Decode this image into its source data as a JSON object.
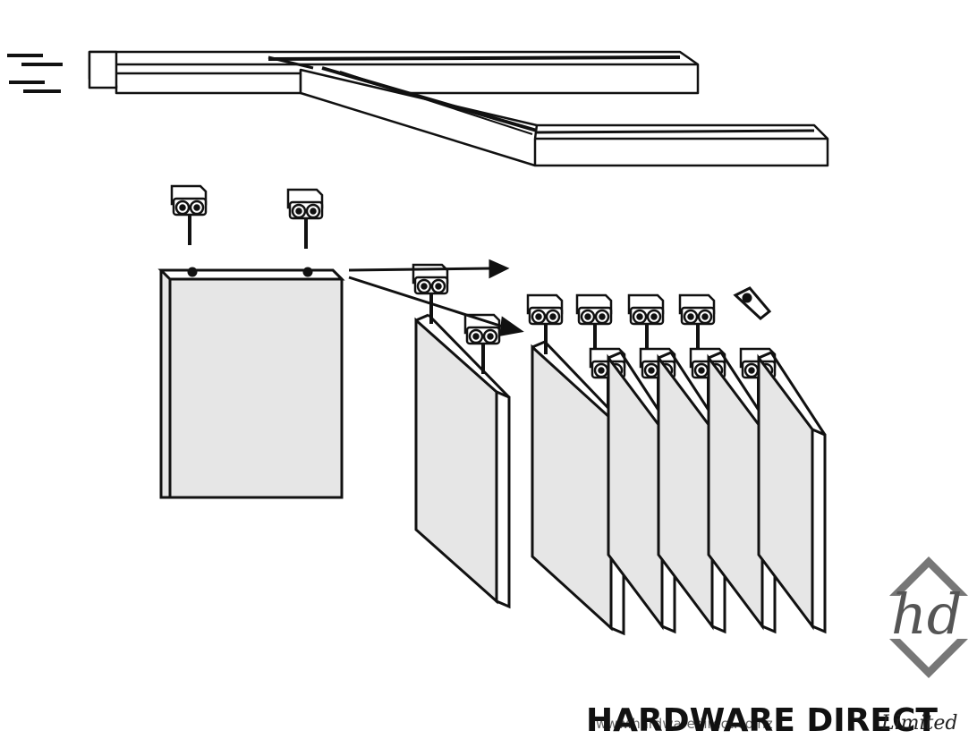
{
  "branding": {
    "name": "HARDWARE DIRECT",
    "url": "www.hardwaredirect.co.nz",
    "suffix": "Limited",
    "monogram": "hd",
    "logo_icon": "diamond-chevron-logo-icon"
  },
  "colors": {
    "line": "#111111",
    "panel_fill": "#e6e6e6",
    "background": "#ffffff",
    "url_text": "#666666"
  }
}
